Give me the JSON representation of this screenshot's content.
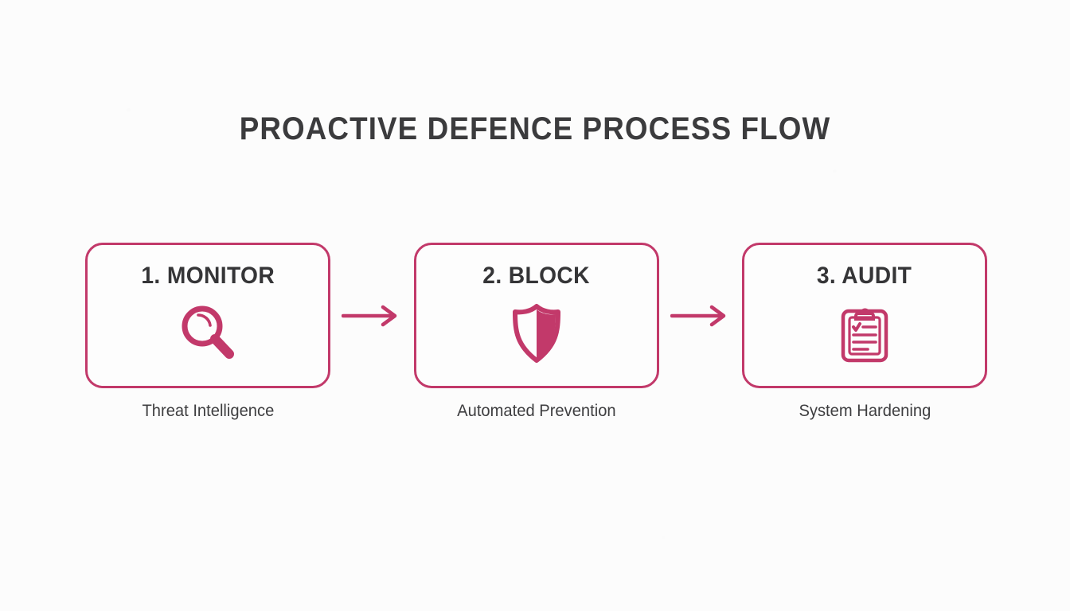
{
  "page": {
    "title": "PROACTIVE DEFENCE PROCESS FLOW",
    "background_color": "#fcfcfc",
    "accent_color": "#c2396a",
    "text_color": "#353537"
  },
  "flow": {
    "steps": [
      {
        "title": "1. MONITOR",
        "caption": "Threat Intelligence",
        "icon": "magnifying-glass-icon"
      },
      {
        "title": "2. BLOCK",
        "caption": "Automated Prevention",
        "icon": "shield-icon"
      },
      {
        "title": "3. AUDIT",
        "caption": "System Hardening",
        "icon": "clipboard-checklist-icon"
      }
    ],
    "connectors": [
      {
        "icon": "arrow-right-icon"
      },
      {
        "icon": "arrow-right-icon"
      }
    ]
  }
}
